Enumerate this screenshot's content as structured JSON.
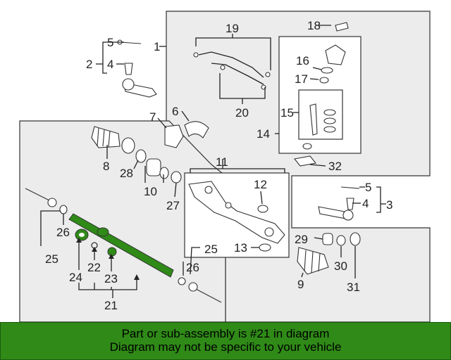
{
  "colors": {
    "banner_bg": "#2f8a17",
    "highlight": "#2f8a17",
    "panel": "#ececec"
  },
  "callouts": {
    "c1": "1",
    "c2": "2",
    "c3": "3",
    "c4a": "4",
    "c4b": "4",
    "c5a": "5",
    "c5b": "5",
    "c6": "6",
    "c7": "7",
    "c8": "8",
    "c9": "9",
    "c10": "10",
    "c11": "11",
    "c12": "12",
    "c13": "13",
    "c14": "14",
    "c15": "15",
    "c16": "16",
    "c17": "17",
    "c18": "18",
    "c19": "19",
    "c20": "20",
    "c21": "21",
    "c22": "22",
    "c23": "23",
    "c24": "24",
    "c25a": "25",
    "c25b": "25",
    "c26a": "26",
    "c26b": "26",
    "c27": "27",
    "c28": "28",
    "c29": "29",
    "c30": "30",
    "c31": "31",
    "c32": "32"
  },
  "banner": {
    "line1": "Part or sub-assembly is #21 in diagram",
    "line2": "Diagram may not be specific to your vehicle"
  }
}
